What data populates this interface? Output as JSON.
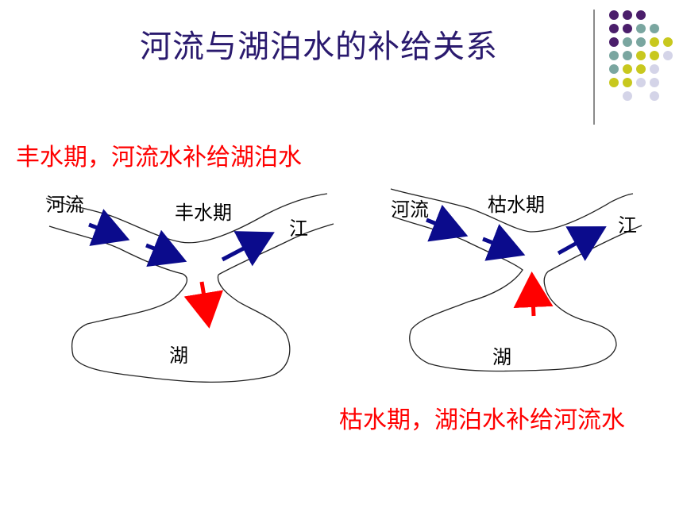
{
  "title": "河流与湖泊水的补给关系",
  "captions": {
    "flood": "丰水期，河流水补给湖泊水",
    "dry": "枯水期，湖泊水补给河流水"
  },
  "diagram_left": {
    "river": "河流",
    "season": "丰水期",
    "jiang": "江",
    "lake": "湖"
  },
  "diagram_right": {
    "river": "河流",
    "season": "枯水期",
    "jiang": "江",
    "lake": "湖"
  },
  "colors": {
    "title": "#2a1a6e",
    "caption": "#ff0000",
    "river_arrow": "#0b0b8c",
    "exchange_arrow": "#ff0000",
    "dot_purple": "#4b1e6b",
    "dot_teal": "#7aa6a0",
    "dot_yellow": "#c8c81e",
    "dot_lavender": "#d4d4e8"
  }
}
